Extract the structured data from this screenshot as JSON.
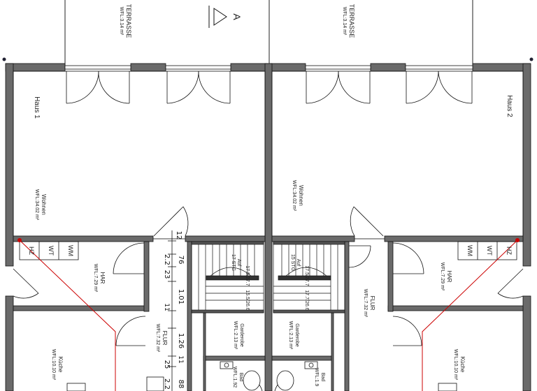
{
  "terraces": [
    {
      "name": "TERRASSE",
      "area": "WFL:3.14 m²"
    },
    {
      "name": "TERRASSE",
      "area": "WFL:3.14 m²"
    }
  ],
  "section_marker": "A",
  "houses": [
    "Haus 1",
    "Haus 2"
  ],
  "rooms": {
    "wohnen_left": {
      "name": "Wohnen",
      "area": "WFL:34.02 m²"
    },
    "wohnen_right": {
      "name": "Wohnen",
      "area": "WFL:34.02 m²"
    },
    "har_left": {
      "name": "HAR",
      "area": "WFL:7.29 m²"
    },
    "har_right": {
      "name": "HAR",
      "area": "WFL:7.29 m²"
    },
    "flur_left": {
      "name": "FLUR",
      "area": "WFL:7.32 m²"
    },
    "flur_right": {
      "name": "FLUR",
      "area": "WFL:7.32 m²"
    },
    "garderobe_left": {
      "name": "Garderobe",
      "area": "WFL:2.13 m²"
    },
    "garderobe_right": {
      "name": "Garderobe",
      "area": "WFL:2.13 m²"
    },
    "kueche_left": {
      "name": "Küche",
      "area": "WFL:10.10 m²"
    },
    "kueche_right": {
      "name": "Küche",
      "area": "WFL:10.10 m²"
    },
    "bad_left": {
      "name": "Bad",
      "area": "WFL:1.92"
    },
    "bad_right": {
      "name": "Bad",
      "area": "WFL:1.9"
    }
  },
  "utility_labels": [
    "HZ",
    "WT",
    "WM"
  ],
  "stairs_left": {
    "text1": "Auf",
    "text2": "17 STG",
    "text3": "17.5/27.7",
    "text4": "15.5/26.6"
  },
  "stairs_right": {
    "text1": "Auf",
    "text2": "15 STG",
    "text3": "17.5/27.7",
    "text4": "17.7/26.6"
  },
  "dimensions": [
    "12",
    "76",
    "2.2",
    "23",
    "1.01",
    "11",
    "1.26",
    "11",
    "25",
    "2.2",
    "88"
  ],
  "colors": {
    "wall": "#555555",
    "line": "#111111",
    "accent": "#cc0000"
  }
}
